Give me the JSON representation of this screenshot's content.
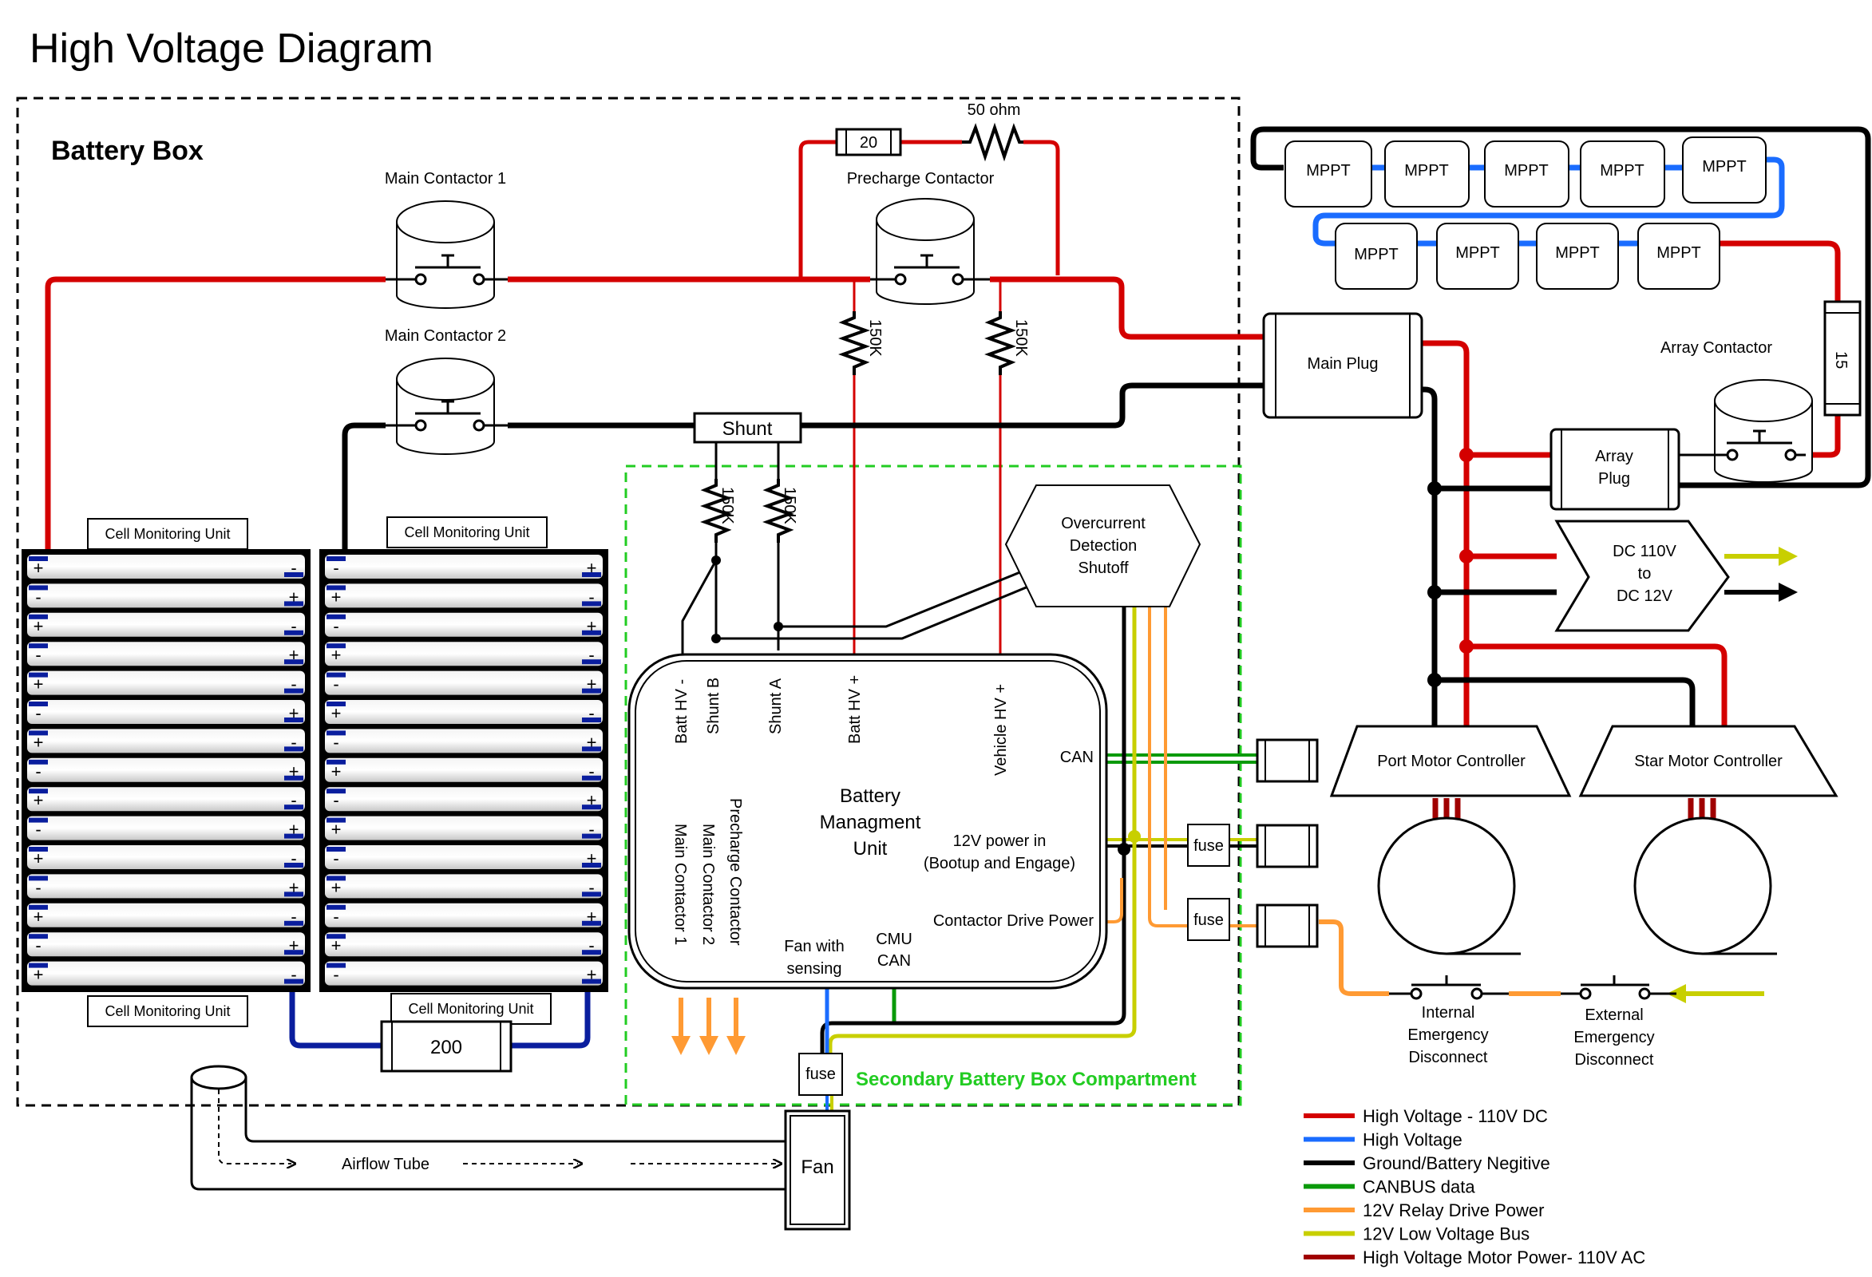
{
  "title": "High Voltage Diagram",
  "battery_box_label": "Battery Box",
  "secondary_compartment_label": "Secondary Battery Box Compartment",
  "main_contactor_1": "Main Contactor 1",
  "main_contactor_2": "Main Contactor 2",
  "precharge_contactor": "Precharge Contactor",
  "array_contactor": "Array Contactor",
  "precharge_fuse": "20",
  "precharge_resistor": "50 ohm",
  "array_fuse": "15",
  "battery_fuse": "200",
  "resistor_150k": "150K",
  "shunt": "Shunt",
  "cmu_label": "Cell Monitoring Unit",
  "mppt_label": "MPPT",
  "main_plug": "Main Plug",
  "array_plug": [
    "Array",
    "Plug"
  ],
  "dcdc": [
    "DC 110V",
    "to",
    "DC 12V"
  ],
  "port_motor_controller": "Port Motor Controller",
  "star_motor_controller": "Star Motor Controller",
  "overcurrent": [
    "Overcurrent",
    "Detection",
    "Shutoff"
  ],
  "bmu": {
    "title": [
      "Battery",
      "Managment",
      "Unit"
    ],
    "batt_hv_minus": "Batt HV -",
    "shunt_b": "Shunt B",
    "shunt_a": "Shunt A",
    "batt_hv_plus": "Batt HV +",
    "vehicle_hv_plus": "Vehicle HV +",
    "can": "CAN",
    "power_in": [
      "12V power in",
      "(Bootup and Engage)"
    ],
    "contactor_drive_power": "Contactor Drive Power",
    "cmu_can": [
      "CMU",
      "CAN"
    ],
    "fan_with_sensing": [
      "Fan with",
      "sensing"
    ],
    "main_contactor_1": "Main Contactor 1",
    "main_contactor_2": "Main Contactor 2",
    "precharge_contactor": "Precharge Contactor"
  },
  "fuse": "fuse",
  "fan": "Fan",
  "airflow_tube": "Airflow Tube",
  "internal_ed": [
    "Internal",
    "Emergency",
    "Disconnect"
  ],
  "external_ed": [
    "External",
    "Emergency",
    "Disconnect"
  ],
  "legend": [
    {
      "label": "High Voltage - 110V DC",
      "color": "#d40000"
    },
    {
      "label": "High Voltage",
      "color": "#1a6cff"
    },
    {
      "label": "Ground/Battery Negitive",
      "color": "#000000"
    },
    {
      "label": "CANBUS data",
      "color": "#0a9a0a"
    },
    {
      "label": "12V Relay Drive Power",
      "color": "#ff9a33"
    },
    {
      "label": "12V Low Voltage Bus",
      "color": "#c8cf00"
    },
    {
      "label": "High Voltage Motor Power- 110V AC",
      "color": "#a00000"
    }
  ],
  "colors": {
    "hv": "#d40000",
    "hv_blue": "#1a6cff",
    "ground": "#000000",
    "can": "#0a9a0a",
    "relay": "#ff9a33",
    "lv": "#c8cf00",
    "motor": "#a00000",
    "battery_blue": "#0a1e9e",
    "secondary_green": "#22cc22"
  }
}
